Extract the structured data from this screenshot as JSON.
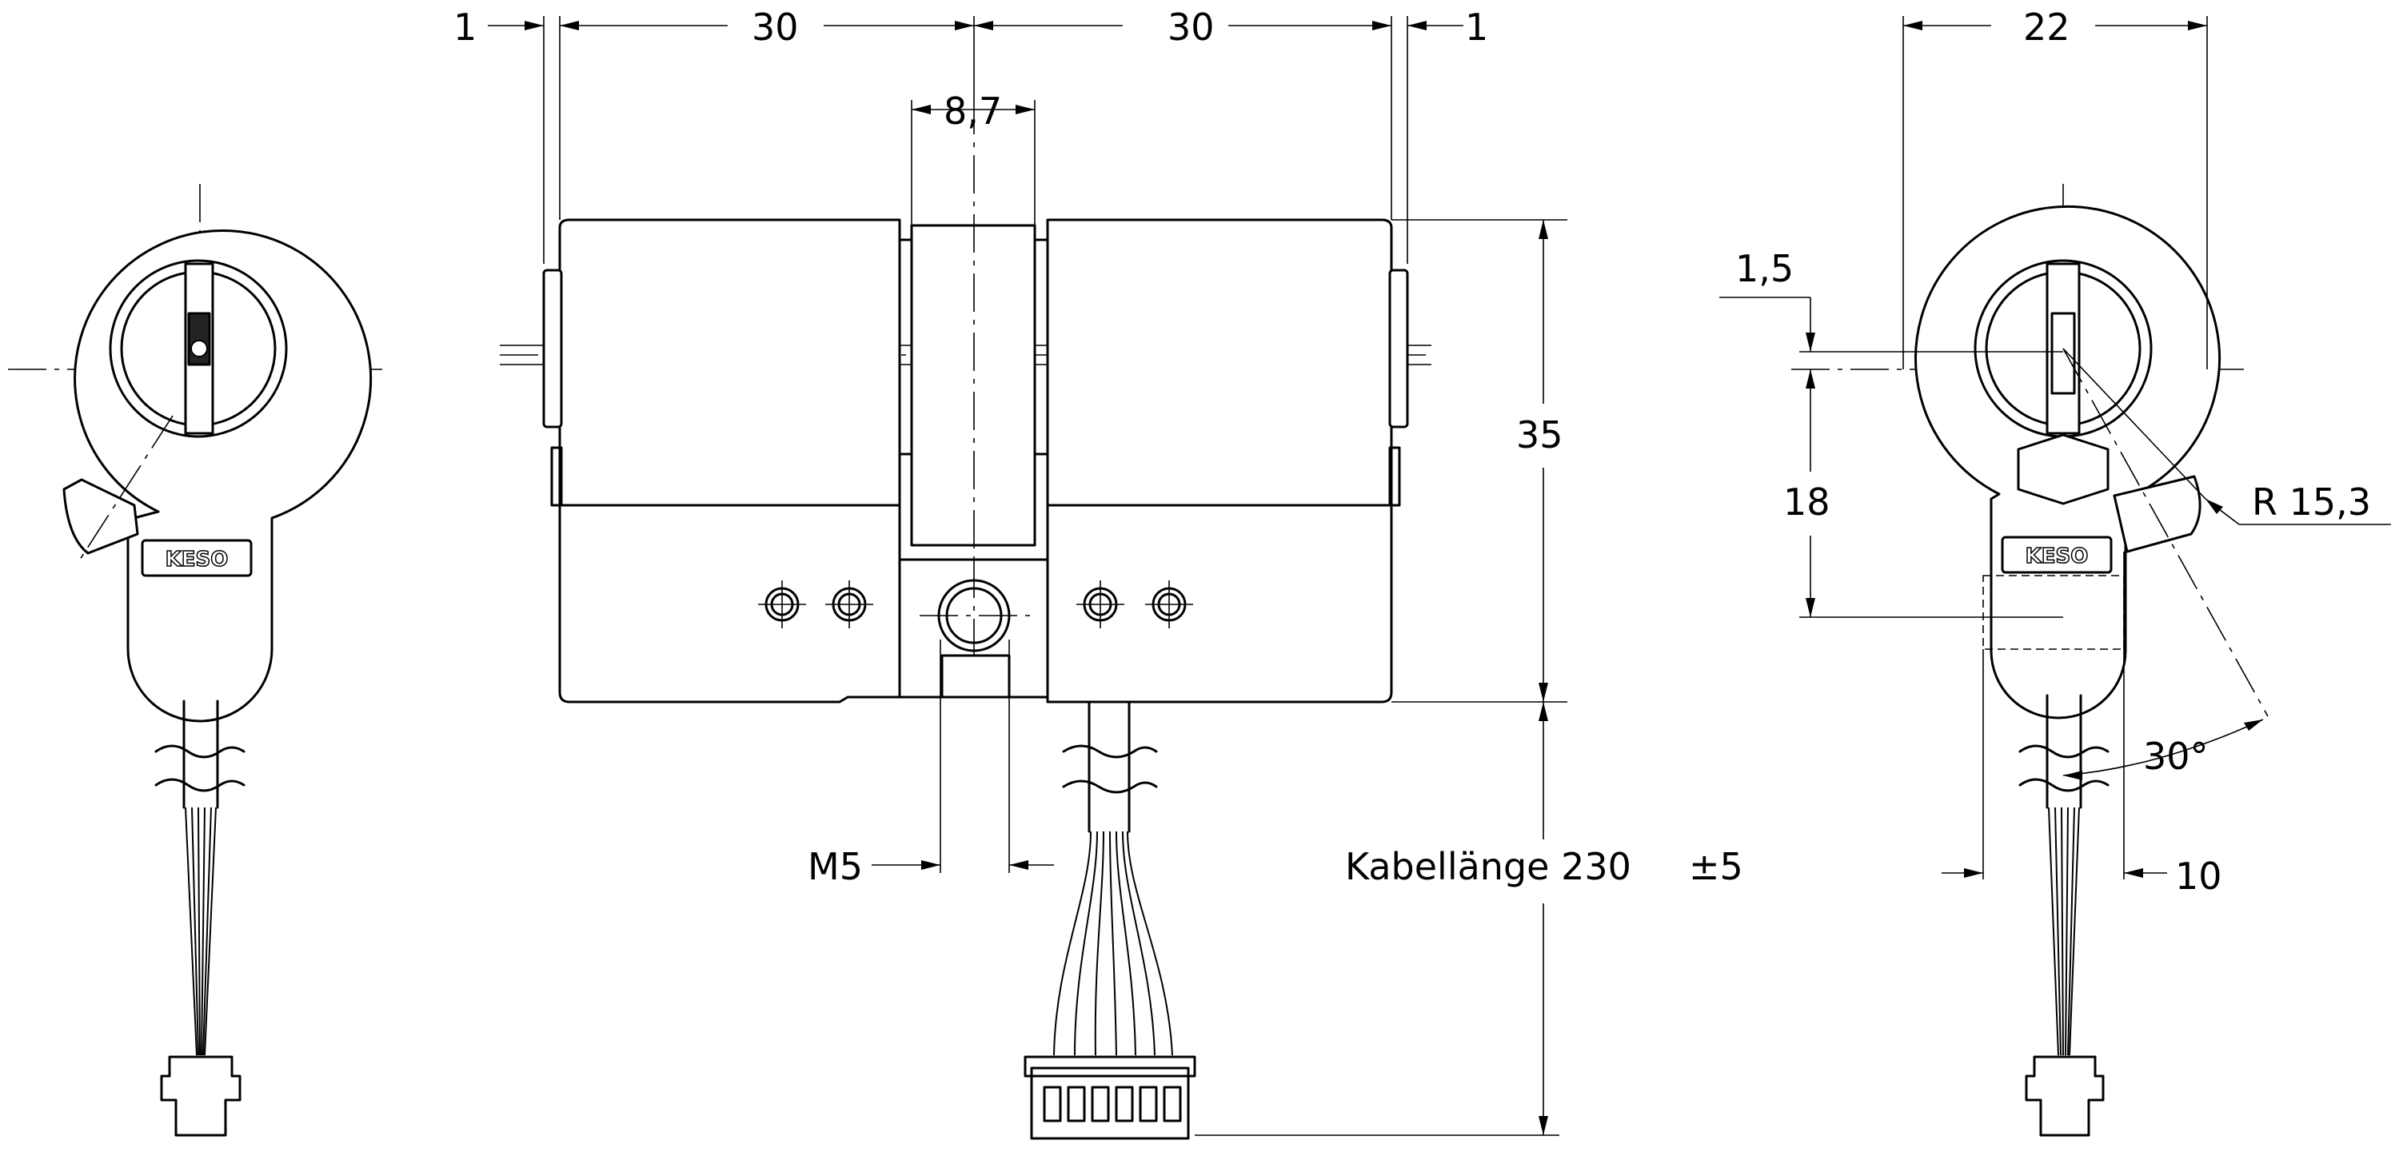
{
  "dimensions": {
    "d_1_left": "1",
    "d_30_left": "30",
    "d_30_right": "30",
    "d_1_right": "1",
    "d_8_7": "8,7",
    "d_35": "35",
    "d_m5": "M5",
    "cable_length": "Kabellänge 230",
    "cable_tolerance": "±5",
    "d_22": "22",
    "d_1_5": "1,5",
    "d_18": "18",
    "d_r15_3": "R 15,3",
    "d_30_deg": "30°",
    "d_10": "10"
  },
  "brand": {
    "left_badge": "KESO",
    "right_badge": "KESO"
  }
}
